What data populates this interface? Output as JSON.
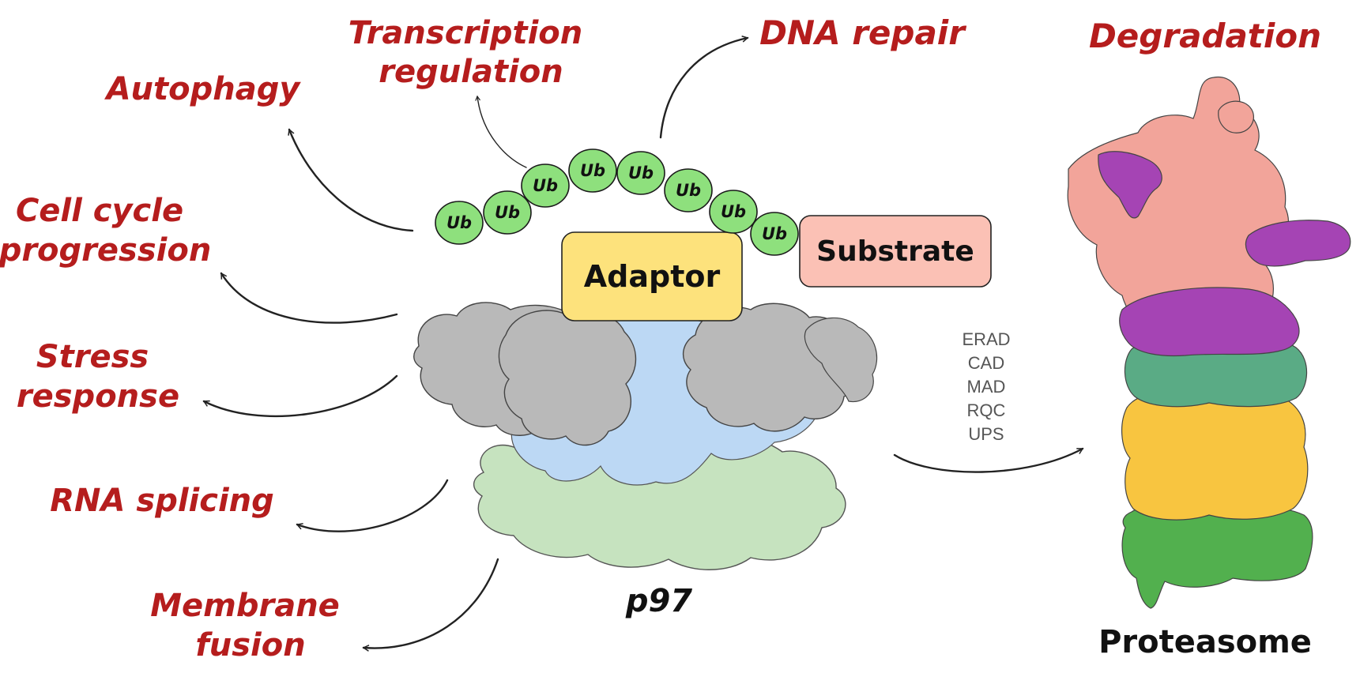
{
  "functions": [
    {
      "id": "transcription",
      "lines": [
        "Transcription",
        "regulation"
      ]
    },
    {
      "id": "dna-repair",
      "lines": [
        "DNA repair"
      ]
    },
    {
      "id": "autophagy",
      "lines": [
        "Autophagy"
      ]
    },
    {
      "id": "cell-cycle",
      "lines": [
        "Cell cycle",
        "progression"
      ]
    },
    {
      "id": "stress",
      "lines": [
        "Stress",
        "response"
      ]
    },
    {
      "id": "rna-splicing",
      "lines": [
        "RNA splicing"
      ]
    },
    {
      "id": "membrane-fusion",
      "lines": [
        "Membrane",
        "fusion"
      ]
    }
  ],
  "degradation_label": "Degradation",
  "ubiquitin_label": "Ub",
  "ubiquitin_count": 8,
  "adaptor_label": "Adaptor",
  "substrate_label": "Substrate",
  "p97_label": "p97",
  "proteasome_label": "Proteasome",
  "pathways": [
    "ERAD",
    "CAD",
    "MAD",
    "RQC",
    "UPS"
  ],
  "colors": {
    "function_text": "#b51d1d",
    "ubiquitin": "#8ee07d",
    "adaptor": "#fde27c",
    "substrate": "#fbc1b5",
    "p97_gray": "#b9b9b9",
    "p97_blue": "#bcd8f4",
    "p97_green": "#c6e3bf",
    "proteasome_pink": "#f2a49a",
    "proteasome_purple": "#a544b4",
    "proteasome_teal": "#5aab85",
    "proteasome_yellow": "#f8c540",
    "proteasome_green": "#52b04e"
  }
}
